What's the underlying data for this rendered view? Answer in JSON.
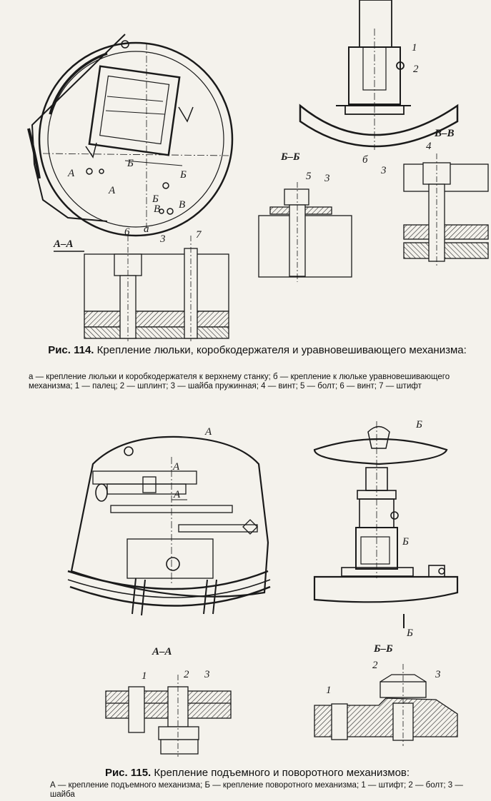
{
  "figure114": {
    "caption_prefix": "Рис. 114.",
    "caption_title": "Крепление люльки, коробкодержателя и уравновешивающего механизма:",
    "legend": "а — крепление люльки и коробкодержателя к верхнему станку; б — крепление к люльке уравновешивающего механизма; 1 — палец; 2 — шплинт; 3 — шайба пружинная; 4 — винт; 5 — болт; 6 — винт; 7 — штифт",
    "view_labels": {
      "a": "а",
      "b": "б"
    },
    "section_labels": {
      "aa": "А–А",
      "bb": "Б–Б",
      "vv": "В–В"
    },
    "cut_marks": {
      "A": "А",
      "B": "Б",
      "V": "В"
    },
    "callouts": {
      "top_1": "1",
      "top_2": "2",
      "vv_4": "4",
      "vv_3": "3",
      "bb_5": "5",
      "bb_3": "3",
      "aa_6": "6",
      "aa_3": "3",
      "aa_7": "7"
    }
  },
  "figure115": {
    "caption_prefix": "Рис. 115.",
    "caption_title": "Крепление подъемного и поворотного механизмов:",
    "legend": "А — крепление подъемного механизма; Б — крепление поворотного механизма; 1 — штифт; 2 — болт; 3 — шайба",
    "view_labels": {
      "A": "А",
      "B": "Б"
    },
    "section_labels": {
      "aa": "А–А",
      "bb": "Б–Б"
    },
    "cut_marks": {
      "A": "А",
      "B": "Б"
    },
    "callouts": {
      "aa_1": "1",
      "aa_2": "2",
      "aa_3": "3",
      "bb_1": "1",
      "bb_2": "2",
      "bb_3": "3"
    }
  },
  "colors": {
    "ink": "#1a1a1a",
    "paper": "#f4f2ec",
    "hatch": "#2a2a2a"
  }
}
